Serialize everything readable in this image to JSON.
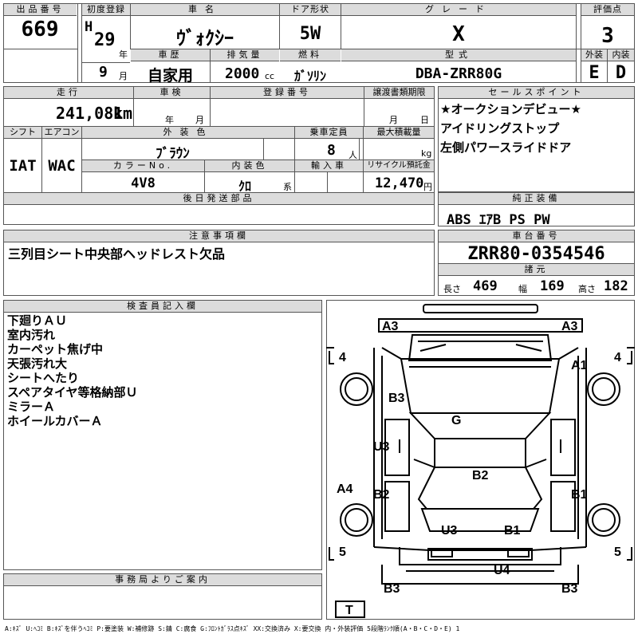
{
  "header": {
    "lot_no_label": "出品番号",
    "lot_no": "669",
    "first_reg_label": "初度登録",
    "era": "H",
    "year": "29",
    "year_unit": "年",
    "month": "9",
    "month_unit": "月",
    "car_name_label": "車名",
    "car_name": "ｳﾞｫｸｼｰ",
    "door_label": "ドア形状",
    "door": "5W",
    "grade_label": "グレード",
    "grade": "X",
    "score_label": "評価点",
    "score": "3",
    "history_label": "車歴",
    "history": "自家用",
    "displacement_label": "排気量",
    "displacement": "2000",
    "displacement_unit": "cc",
    "fuel_label": "燃料",
    "fuel": "ｶﾞｿﾘﾝ",
    "model_label": "型式",
    "model": "DBA-ZRR80G",
    "exterior_label": "外装",
    "exterior": "E",
    "interior_label": "内装",
    "interior": "D"
  },
  "row2": {
    "mileage_label": "走行",
    "mileage": "241,081",
    "mileage_unit": "km",
    "inspection_label": "車検",
    "inspection_year_unit": "年",
    "inspection_month_unit": "月",
    "reg_no_label": "登録番号",
    "transfer_label": "譲渡書類期限",
    "transfer_month_unit": "月",
    "transfer_day_unit": "日",
    "shift_label": "シフト",
    "shift": "IAT",
    "ac_label": "エアコン",
    "ac": "WAC",
    "color_label": "外装色",
    "color": "ﾌﾞﾗｳﾝ",
    "capacity_label": "乗車定員",
    "capacity": "8",
    "capacity_unit": "人",
    "load_label": "最大積載量",
    "load_unit": "kg",
    "color_no_label": "カラーNo.",
    "color_no": "4V8",
    "interior_color_label": "内装色",
    "interior_color": "ｸﾛ",
    "interior_color_unit": "系",
    "import_label": "輸入車",
    "recycle_label": "リサイクル預託金",
    "recycle": "12,470",
    "recycle_unit": "円",
    "later_parts_label": "後日発送部品"
  },
  "sales_points": {
    "label": "セールスポイント",
    "lines": [
      "★オークションデビュー★",
      "アイドリングストップ",
      "左側パワースライドドア"
    ]
  },
  "equipment": {
    "label": "純正装備",
    "value": "ABS ｴｱB PS PW"
  },
  "notes": {
    "label": "注意事項欄",
    "value": "三列目シート中央部ヘッドレスト欠品"
  },
  "chassis": {
    "label": "車台番号",
    "value": "ZRR80-0354546",
    "spec_label": "諸元",
    "length_label": "長さ",
    "length": "469",
    "width_label": "幅",
    "width": "169",
    "height_label": "高さ",
    "height": "182"
  },
  "inspector": {
    "label": "検査員記入欄",
    "lines": [
      "下廻りＡＵ",
      "室内汚れ",
      "カーペット焦げ中",
      "天張汚れ大",
      "シートへたり",
      "スペアタイヤ等格納部Ｕ",
      "ミラーＡ",
      "ホイールカバーＡ"
    ]
  },
  "office": {
    "label": "事務局よりご案内"
  },
  "diagram": {
    "marks": {
      "a3_left": "A3",
      "a3_right": "A3",
      "a1": "A1",
      "b3_upper": "B3",
      "g": "G",
      "u3_left": "U3",
      "a4": "A4",
      "b2_left": "B2",
      "b2_center": "B2",
      "b1_right": "B1",
      "u3_bottom": "U3",
      "b1_bottom": "B1",
      "u4": "U4",
      "b3_bl": "B3",
      "b3_br": "B3"
    },
    "tires": {
      "fl": "4",
      "fr": "4",
      "rl": "5",
      "rr": "5",
      "spare": "T"
    }
  },
  "legend": "A:ｷｽﾞ U:ﾍｺﾐ B:ｷｽﾞを伴うﾍｺﾐ P:要塗装 W:補修跡 S:錆 C:腐食 G:ﾌﾛﾝﾄｶﾞﾗｽ点ｷｽﾞ XX:交換済み X:要交換 内・外装評価 5段階ﾗﾝｸ順(A・B・C・D・E) 1"
}
